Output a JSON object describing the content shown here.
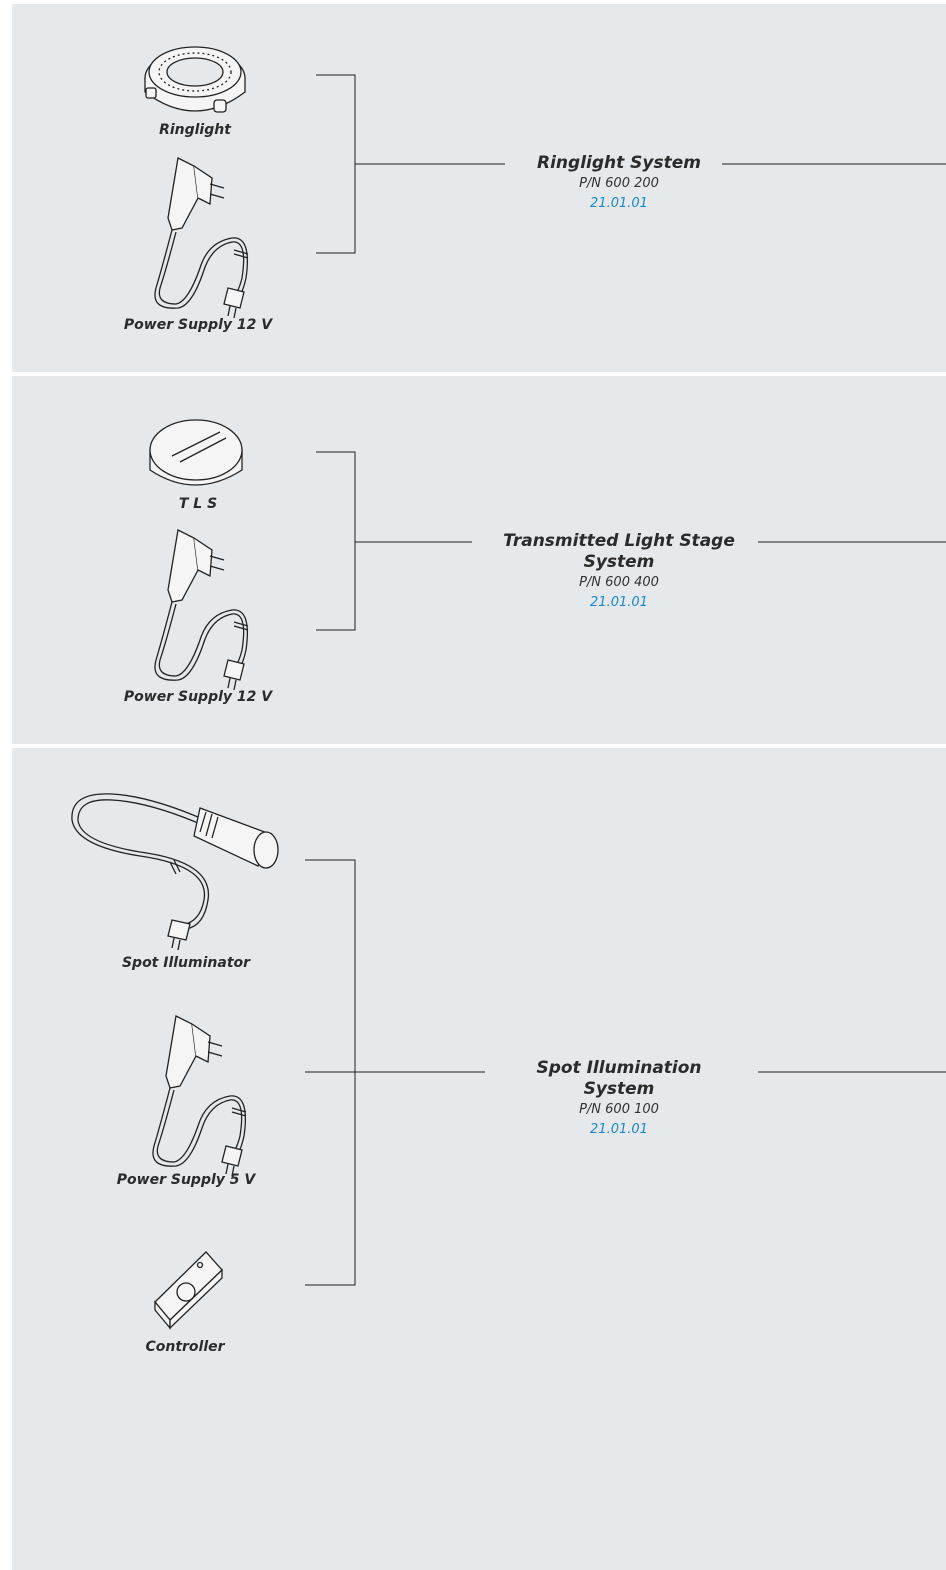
{
  "colors": {
    "panel": "#e5e9ec",
    "reference_link": "#1e87c8"
  },
  "groups": [
    {
      "components": [
        {
          "label": "Ringlight",
          "icon": "ringlight-icon"
        },
        {
          "label": "Power Supply 12 V",
          "icon": "power-supply-icon"
        }
      ],
      "system": {
        "title": "Ringlight System",
        "part_number": "P/N 600 200",
        "reference": "21.01.01"
      }
    },
    {
      "components": [
        {
          "label": "T L S",
          "icon": "tls-stage-icon"
        },
        {
          "label": "Power Supply 12 V",
          "icon": "power-supply-icon"
        }
      ],
      "system": {
        "title": "Transmitted Light Stage System",
        "part_number": "P/N 600 400",
        "reference": "21.01.01"
      }
    },
    {
      "components": [
        {
          "label": "Spot Illuminator",
          "icon": "spot-illuminator-icon"
        },
        {
          "label": "Power Supply 5 V",
          "icon": "power-supply-icon"
        },
        {
          "label": "Controller",
          "icon": "controller-icon"
        }
      ],
      "system": {
        "title": "Spot Illumination System",
        "part_number": "P/N 600 100",
        "reference": "21.01.01"
      }
    }
  ]
}
